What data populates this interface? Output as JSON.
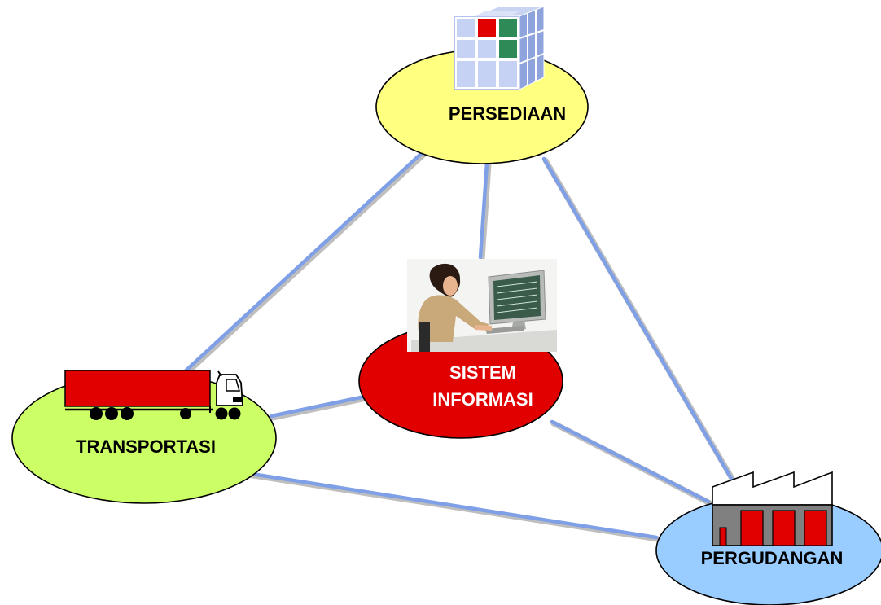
{
  "nodes": {
    "persediaan": {
      "label": "PERSEDIAAN",
      "fill": "#ffff80",
      "icon": "storage-cube-icon"
    },
    "sistem_informasi": {
      "line1": "SISTEM",
      "line2": "INFORMASI",
      "fill": "#e00000",
      "icon": "computer-user-icon"
    },
    "transportasi": {
      "label": "TRANSPORTASI",
      "fill": "#ccff66",
      "icon": "truck-icon"
    },
    "pergudangan": {
      "label": "PERGUDANGAN",
      "fill": "#99ccff",
      "icon": "warehouse-icon"
    }
  },
  "edges": [
    {
      "from": "persediaan",
      "to": "transportasi"
    },
    {
      "from": "persediaan",
      "to": "sistem_informasi"
    },
    {
      "from": "persediaan",
      "to": "pergudangan"
    },
    {
      "from": "sistem_informasi",
      "to": "transportasi"
    },
    {
      "from": "sistem_informasi",
      "to": "pergudangan"
    },
    {
      "from": "transportasi",
      "to": "pergudangan"
    }
  ],
  "colors": {
    "edge": "#7f9fe6",
    "truck_body": "#e00000",
    "warehouse_doors": "#e00000"
  }
}
